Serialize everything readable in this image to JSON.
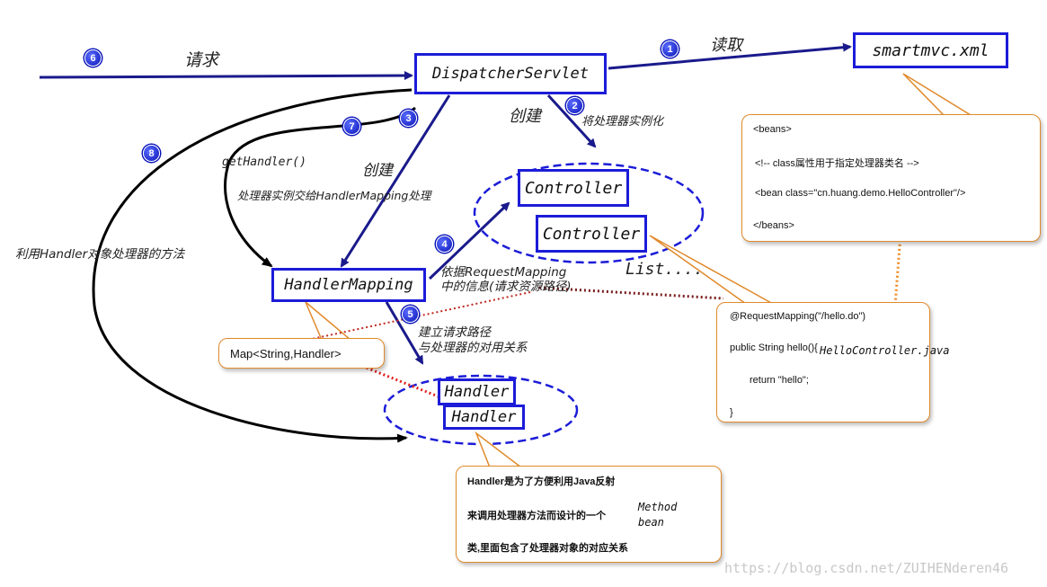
{
  "nodes": {
    "dispatcher": "DispatcherServlet",
    "smartmvc": "smartmvc.xml",
    "controller1": "Controller",
    "controller2": "Controller",
    "list": "List....",
    "handler_mapping": "HandlerMapping",
    "handler1": "Handler",
    "handler2": "Handler"
  },
  "steps": [
    "6",
    "1",
    "2",
    "3",
    "7",
    "8",
    "4",
    "5"
  ],
  "labels": {
    "request": "请求",
    "read": "读取",
    "create1": "创建",
    "instantiate": "将处理器实例化",
    "create2": "创建",
    "get_handler": "getHandler()",
    "hand_over": "处理器实例交给HandlerMapping处理",
    "use_handler": "利用Handler对象处理器的方法",
    "based_on": "依据RequestMapping",
    "info_in": "中的信息(请求资源路径)",
    "build_relation_1": "建立请求路径",
    "build_relation_2": "与处理器的对用关系"
  },
  "callouts": {
    "beans": [
      "<beans>",
      "<!-- class属性用于指定处理器类名 -->",
      "<bean class=\"cn.huang.demo.HelloController\"/>",
      "</beans>"
    ],
    "controller_code": [
      "@RequestMapping(\"/hello.do\")",
      "public String hello(){",
      "return \"hello\";",
      "}"
    ],
    "controller_file": "HelloController.java",
    "map": "Map<String,Handler>",
    "handler_desc": [
      "Handler是为了方便利用Java反射",
      "来调用处理器方法而设计的一个",
      "类,里面包含了处理器对象的对应关系"
    ],
    "method_bean": [
      "Method",
      "bean"
    ]
  },
  "watermark": "https://blog.csdn.net/ZUIHENderen46",
  "colors": {
    "arrow_blue": "#1a1a8c",
    "box_border": "#1c1cd8",
    "ellipse": "#1c1cd8",
    "callout_border": "#e08a2c",
    "dotted_red": "#c0281e",
    "dotted_orange": "#f08a20"
  }
}
